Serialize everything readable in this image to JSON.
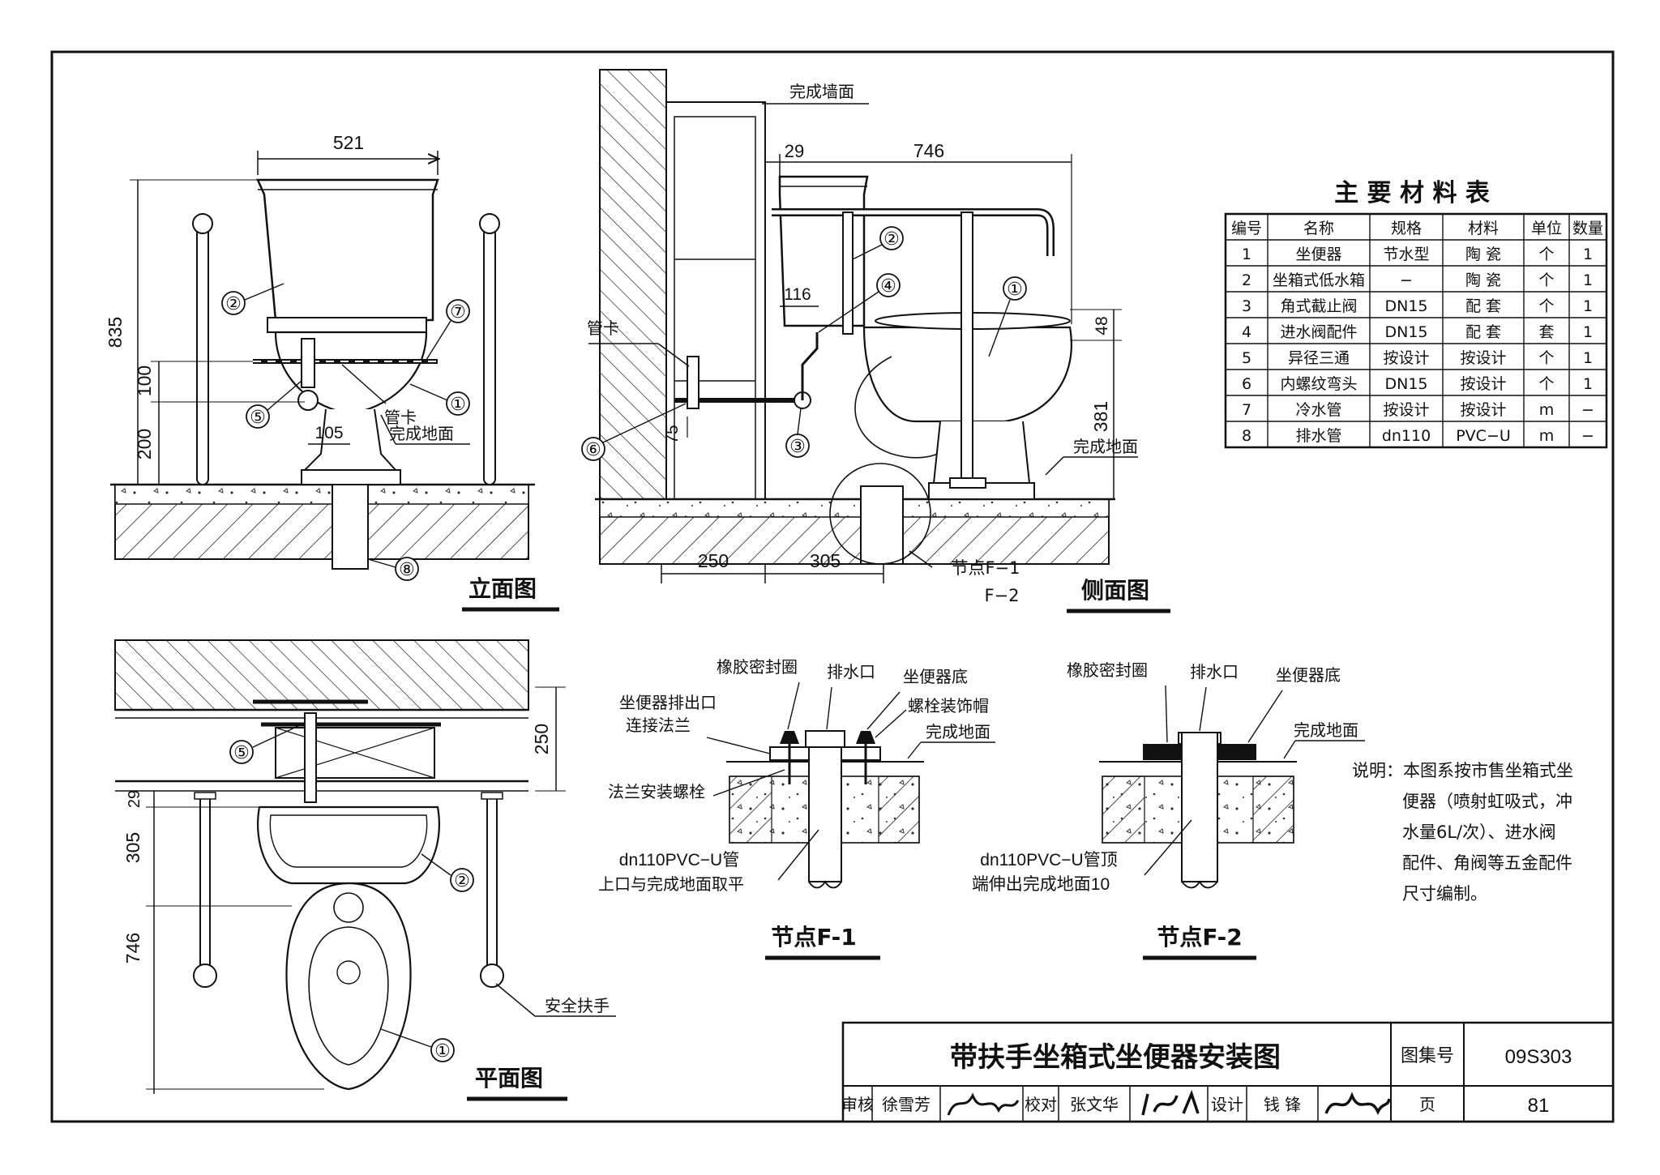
{
  "elevation": {
    "title": "立面图",
    "dims": {
      "width": "521",
      "total_height": "835",
      "d100": "100",
      "d200": "200",
      "d105": "105"
    },
    "labels": {
      "pipe_clamp": "管卡",
      "finished_floor": "完成地面"
    },
    "callouts": [
      "②",
      "⑦",
      "⑤",
      "①",
      "⑧"
    ]
  },
  "side": {
    "title": "侧面图",
    "dims": {
      "d29": "29",
      "d746": "746",
      "d116": "116",
      "d48": "48",
      "d381": "381",
      "d75": "75",
      "d250": "250",
      "d305": "305"
    },
    "labels": {
      "finished_wall": "完成墙面",
      "pipe_clamp": "管卡",
      "finished_floor": "完成地面",
      "node_ref_1": "节点F−1",
      "node_ref_2": "F−2"
    },
    "callouts": [
      "②",
      "④",
      "①",
      "⑥",
      "③"
    ]
  },
  "plan": {
    "title": "平面图",
    "dims": {
      "d250": "250",
      "d29": "29",
      "d305": "305",
      "d746": "746"
    },
    "labels": {
      "grab_bar": "安全扶手"
    },
    "callouts": [
      "⑤",
      "②",
      "①"
    ]
  },
  "node_f1": {
    "title": "节点F-1",
    "labels": {
      "rubber_seal": "橡胶密封圈",
      "outlet": "排水口",
      "base": "坐便器底",
      "flange_l1": "坐便器排出口",
      "flange_l2": "连接法兰",
      "bolt_cap": "螺栓装饰帽",
      "finished_floor": "完成地面",
      "flange_bolt": "法兰安装螺栓",
      "pipe_l1": "dn110PVC−U管",
      "pipe_l2": "上口与完成地面取平"
    }
  },
  "node_f2": {
    "title": "节点F-2",
    "labels": {
      "rubber_seal": "橡胶密封圈",
      "outlet": "排水口",
      "base": "坐便器底",
      "finished_floor": "完成地面",
      "pipe_l1": "dn110PVC−U管顶",
      "pipe_l2": "端伸出完成地面10"
    }
  },
  "materials": {
    "title": "主 要 材 料 表",
    "headers": [
      "编号",
      "名称",
      "规格",
      "材料",
      "单位",
      "数量"
    ],
    "rows": [
      [
        "1",
        "坐便器",
        "节水型",
        "陶 瓷",
        "个",
        "1"
      ],
      [
        "2",
        "坐箱式低水箱",
        "−",
        "陶 瓷",
        "个",
        "1"
      ],
      [
        "3",
        "角式截止阀",
        "DN15",
        "配 套",
        "个",
        "1"
      ],
      [
        "4",
        "进水阀配件",
        "DN15",
        "配 套",
        "套",
        "1"
      ],
      [
        "5",
        "异径三通",
        "按设计",
        "按设计",
        "个",
        "1"
      ],
      [
        "6",
        "内螺纹弯头",
        "DN15",
        "按设计",
        "个",
        "1"
      ],
      [
        "7",
        "冷水管",
        "按设计",
        "按设计",
        "m",
        "−"
      ],
      [
        "8",
        "排水管",
        "dn110",
        "PVC−U",
        "m",
        "−"
      ]
    ]
  },
  "note": {
    "lines": [
      "说明：本图系按市售坐箱式坐",
      "便器（喷射虹吸式，冲",
      "水量6L/次）、进水阀",
      "配件、角阀等五金配件",
      "尺寸编制。"
    ]
  },
  "title_block": {
    "title": "带扶手坐箱式坐便器安装图",
    "atlas_label": "图集号",
    "atlas_no": "09S303",
    "review_label": "审核",
    "reviewer": "徐雪芳",
    "check_label": "校对",
    "checker": "张文华",
    "design_label": "设计",
    "designer": "钱  锋",
    "page_label": "页",
    "page_no": "81"
  }
}
